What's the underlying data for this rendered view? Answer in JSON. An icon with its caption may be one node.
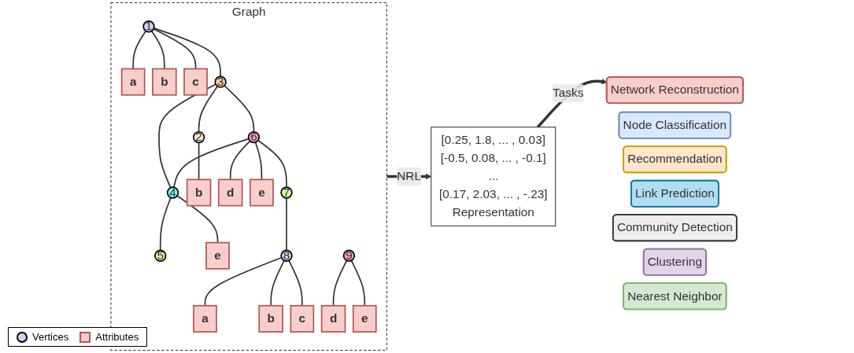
{
  "diagram": {
    "nodes": [
      {
        "text": [
          "Graph"
        ]
      },
      {
        "text": [
          "a"
        ],
        "in": 0
      },
      {
        "text": [
          "b"
        ],
        "in": 0
      },
      {
        "text": [
          "c"
        ],
        "in": 0
      },
      {
        "text": [
          "d"
        ],
        "in": 0
      },
      {
        "text": [
          "e"
        ],
        "in": 0
      },
      {
        "text": [
          "1"
        ],
        "in": 0
      },
      {
        "text": [
          "3"
        ],
        "in": 0
      },
      {
        "text": [
          "6"
        ],
        "in": 0
      },
      {
        "text": [
          "b"
        ],
        "in": 0
      },
      {
        "text": [
          "2"
        ],
        "in": 0
      },
      {
        "text": [
          "4"
        ],
        "in": 0
      },
      {
        "text": [
          "7"
        ],
        "in": 0
      },
      {
        "text": [
          "5"
        ],
        "in": 0
      },
      {
        "text": [
          "e"
        ],
        "in": 0
      },
      {
        "text": [
          "8"
        ],
        "in": 0
      },
      {
        "text": [
          "9"
        ],
        "in": 0
      },
      {
        "text": [
          "a"
        ],
        "in": 0
      },
      {
        "text": [
          "b"
        ],
        "in": 0
      },
      {
        "text": [
          "c"
        ],
        "in": 0
      },
      {
        "text": [
          "d"
        ],
        "in": 0
      },
      {
        "text": [
          "e"
        ],
        "in": 0
      },
      {
        "text": [
          "[0.25, 1.8, ... , 0.03]",
          "[-0.5, 0.08, ... , -0.1]",
          "...",
          "[0.17, 2.03, ... , -.23]",
          "Representation"
        ]
      },
      {
        "text": [
          "Node Classification"
        ]
      },
      {
        "text": [
          "Recommendation"
        ]
      },
      {
        "text": [
          "Link Prediction"
        ]
      },
      {
        "text": [
          "Network Reconstruction"
        ]
      },
      {
        "text": [
          "Community Detection"
        ]
      },
      {
        "text": [
          "Clustering"
        ]
      },
      {
        "text": [
          "Nearest Neighbor"
        ]
      }
    ],
    "edges": [
      {
        "from": 6,
        "to": 1,
        "arrow": "none"
      },
      {
        "from": 6,
        "to": 2,
        "arrow": "none"
      },
      {
        "from": 6,
        "to": 3,
        "arrow": "none"
      },
      {
        "from": 6,
        "to": 7,
        "arrow": "none"
      },
      {
        "from": 7,
        "to": 10,
        "arrow": "none"
      },
      {
        "from": 7,
        "to": 11,
        "arrow": "none"
      },
      {
        "from": 7,
        "to": 8,
        "arrow": "none"
      },
      {
        "from": 10,
        "to": 9,
        "arrow": "none"
      },
      {
        "from": 8,
        "to": 4,
        "arrow": "none"
      },
      {
        "from": 8,
        "to": 5,
        "arrow": "none"
      },
      {
        "from": 8,
        "to": 11,
        "arrow": "none"
      },
      {
        "from": 8,
        "to": 12,
        "arrow": "none"
      },
      {
        "from": 11,
        "to": 13,
        "arrow": "none"
      },
      {
        "from": 11,
        "to": 14,
        "arrow": "none"
      },
      {
        "from": 12,
        "to": 15,
        "arrow": "none"
      },
      {
        "from": 15,
        "to": 17,
        "arrow": "none"
      },
      {
        "from": 15,
        "to": 18,
        "arrow": "none"
      },
      {
        "from": 15,
        "to": 19,
        "arrow": "none"
      },
      {
        "from": 16,
        "to": 20,
        "arrow": "none"
      },
      {
        "from": 16,
        "to": 21,
        "arrow": "none"
      },
      {
        "from": 0,
        "to": 22,
        "arrow": "to",
        "label": "NRL",
        "style": "thick"
      },
      {
        "from": 22,
        "to": 26,
        "arrow": "to",
        "label": "Tasks",
        "style": "thick"
      }
    ],
    "legend": [
      {
        "text": "Vertices"
      },
      {
        "text": "Attributes"
      }
    ]
  }
}
